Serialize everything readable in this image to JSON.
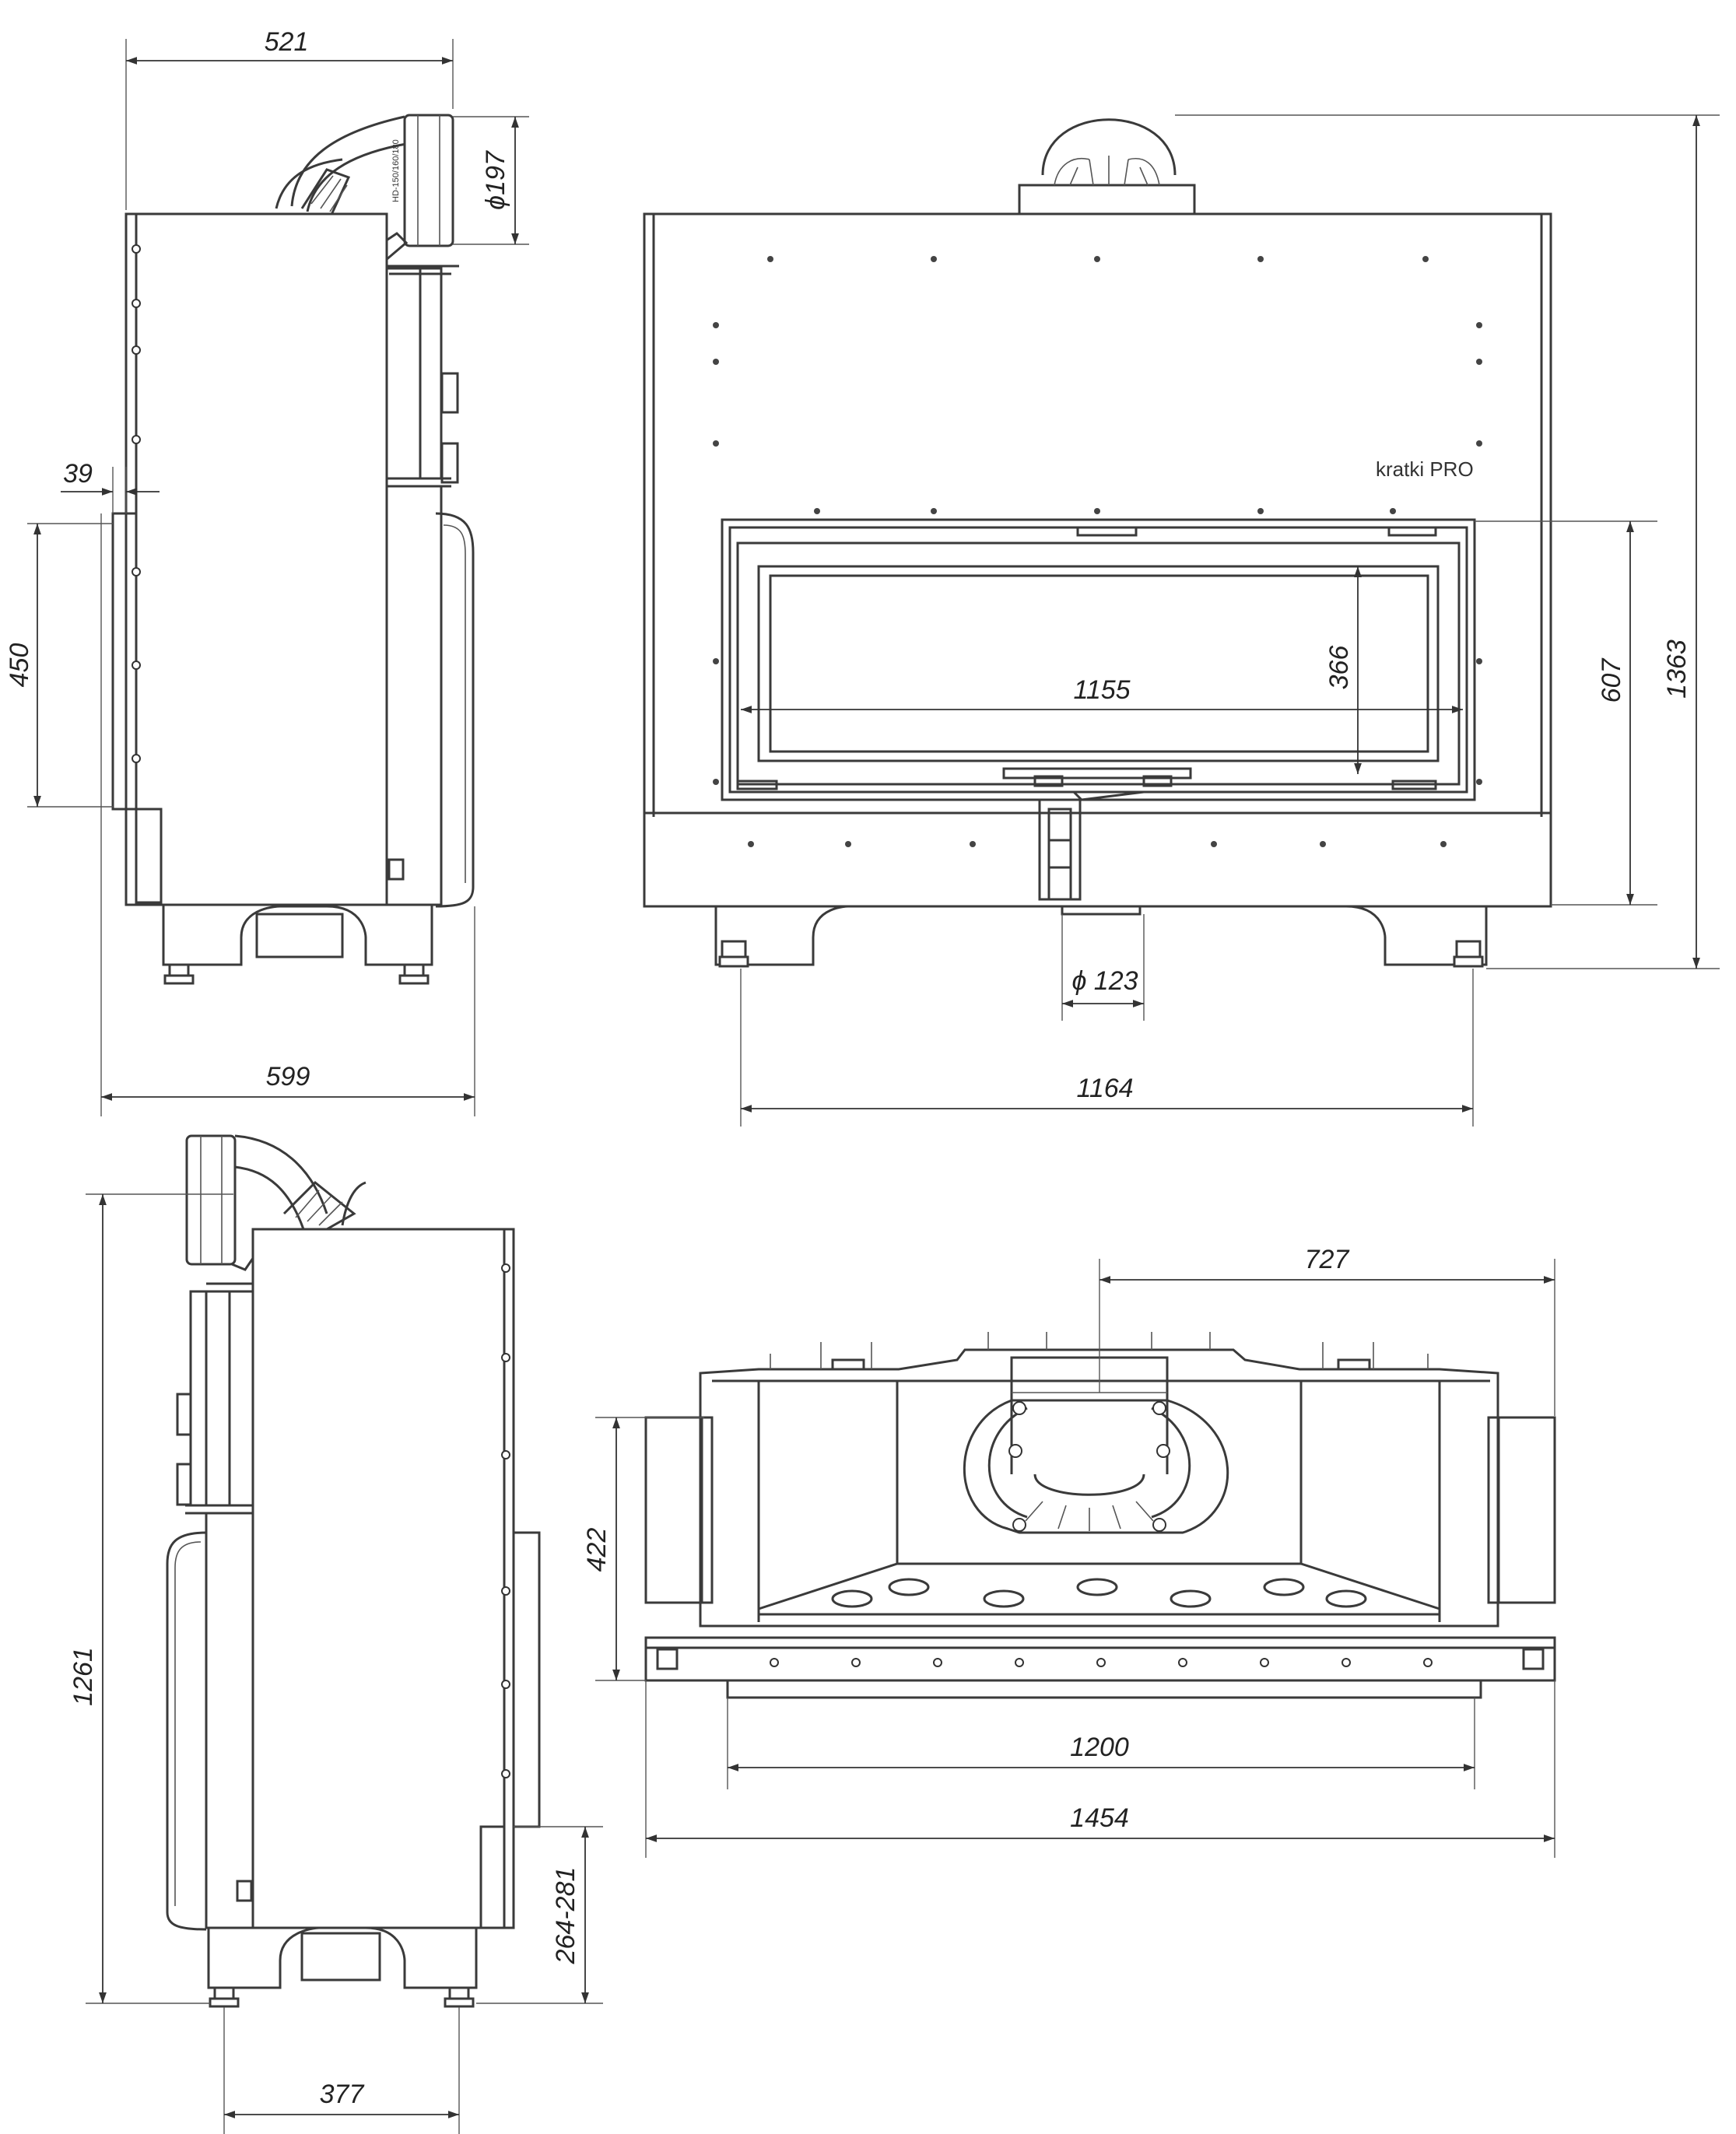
{
  "brand": {
    "logo_text": "kratki PRO",
    "outlet_label": "HD-150/160/180"
  },
  "dimensions": {
    "side_top_width": "521",
    "flue_diameter": "ϕ197",
    "offset": "39",
    "door_height_side": "450",
    "side_base_width": "599",
    "glass_width": "1155",
    "glass_height": "366",
    "door_height_front": "607",
    "total_height_front": "1363",
    "air_inlet_diameter": "ϕ 123",
    "feet_spacing_front": "1164",
    "flue_offset_top": "727",
    "top_depth": "422",
    "side_height": "1261",
    "foot_height_range": "264-281",
    "feet_spacing_side": "377",
    "inner_width": "1200",
    "total_width": "1454"
  },
  "colors": {
    "line": "#3a3a3a",
    "background": "#ffffff"
  }
}
